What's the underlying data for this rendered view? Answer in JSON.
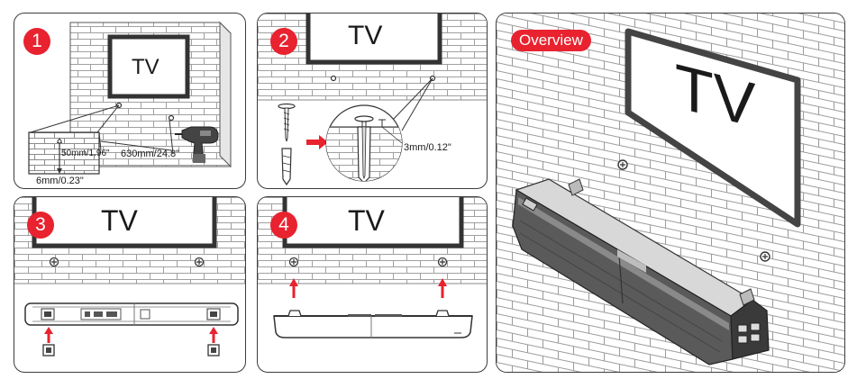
{
  "steps": {
    "s1": {
      "badge": "1",
      "tv": "TV",
      "dim_height": "50mm/1.96\"",
      "dim_width": "630mm/24.8\"",
      "dim_drill": "6mm/0.23\""
    },
    "s2": {
      "badge": "2",
      "tv": "TV",
      "dim_gap": "3mm/0.12\""
    },
    "s3": {
      "badge": "3",
      "tv": "TV"
    },
    "s4": {
      "badge": "4",
      "tv": "TV"
    },
    "overview": {
      "label": "Overview",
      "tv": "TV"
    }
  },
  "colors": {
    "accent": "#e8222f",
    "line": "#3c3c3c",
    "brick": "#9a9a9a"
  },
  "icons": [
    "screw-icon",
    "wall-anchor-icon",
    "drill-icon",
    "arrow-up-icon",
    "arrow-right-icon"
  ]
}
